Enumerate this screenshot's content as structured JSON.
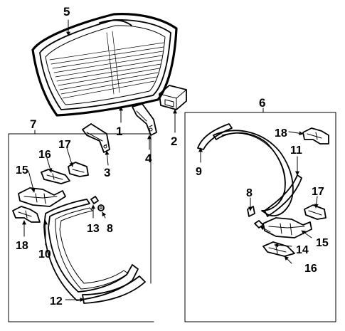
{
  "colors": {
    "ink": "#000000",
    "background": "#ffffff"
  },
  "callouts": {
    "c1": "1",
    "c2": "2",
    "c3": "3",
    "c4": "4",
    "c5": "5",
    "c6": "6",
    "c7": "7",
    "c8a": "8",
    "c8b": "8",
    "c9": "9",
    "c10": "10",
    "c11": "11",
    "c12": "12",
    "c13": "13",
    "c14": "14",
    "c15a": "15",
    "c15b": "15",
    "c16a": "16",
    "c16b": "16",
    "c17a": "17",
    "c17b": "17",
    "c18a": "18",
    "c18b": "18"
  }
}
